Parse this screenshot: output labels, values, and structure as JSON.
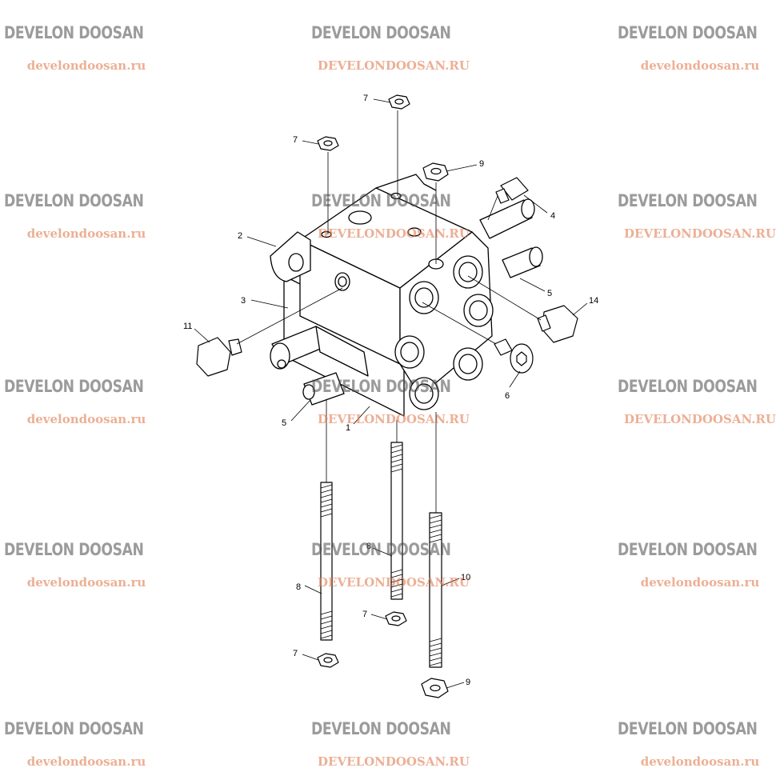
{
  "watermark": {
    "brand": "DEVELON DOOSAN",
    "site_lower": "develondoosan.ru",
    "site_upper": "DEVELONDOOSAN.RU",
    "brand_color": "#4a4a4a",
    "site_color": "#e07b4f"
  },
  "callouts": [
    {
      "id": "c7a",
      "text": "7"
    },
    {
      "id": "c7b",
      "text": "7"
    },
    {
      "id": "c9a",
      "text": "9"
    },
    {
      "id": "c4",
      "text": "4"
    },
    {
      "id": "c2",
      "text": "2"
    },
    {
      "id": "c5a",
      "text": "5"
    },
    {
      "id": "c14",
      "text": "14"
    },
    {
      "id": "c3",
      "text": "3"
    },
    {
      "id": "c11",
      "text": "11"
    },
    {
      "id": "c6",
      "text": "6"
    },
    {
      "id": "c5b",
      "text": "5"
    },
    {
      "id": "c1",
      "text": "1"
    },
    {
      "id": "c8a",
      "text": "8"
    },
    {
      "id": "c10",
      "text": "10"
    },
    {
      "id": "c8b",
      "text": "8"
    },
    {
      "id": "c7c",
      "text": "7"
    },
    {
      "id": "c7d",
      "text": "7"
    },
    {
      "id": "c9b",
      "text": "9"
    }
  ]
}
